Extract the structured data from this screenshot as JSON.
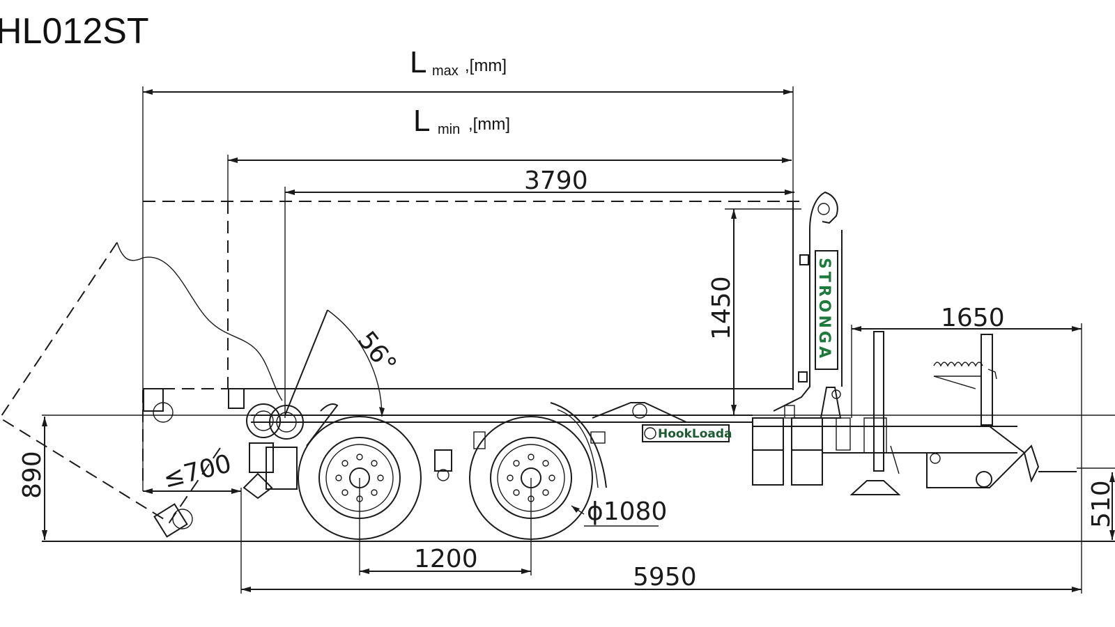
{
  "title": "HL012ST",
  "labels": {
    "lmax_symbol": "L",
    "lmax_sub": "max",
    "lmax_unit": ",[mm]",
    "lmin_symbol": "L",
    "lmin_sub": "min",
    "lmin_unit": ",[mm]"
  },
  "dimensions": {
    "d3790": "3790",
    "d1450": "1450",
    "d1650": "1650",
    "angle": "56°",
    "d890": "890",
    "d700": "≤700",
    "d1080": "ϕ1080",
    "d1200": "1200",
    "d5950": "5950",
    "d510": "510"
  },
  "branding": {
    "vertical": "STRONGA",
    "plate": "HookLoada"
  },
  "colors": {
    "line": "#1a1a1a",
    "brand_green": "#1c7a3a"
  }
}
